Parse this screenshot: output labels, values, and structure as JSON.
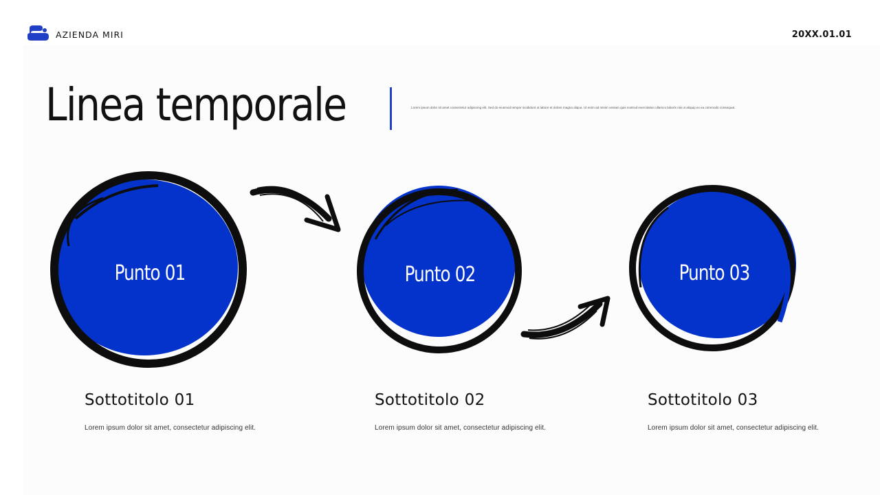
{
  "header": {
    "company": "AZIENDA MIRI",
    "date": "20XX.01.01"
  },
  "title": "Linea temporale",
  "description": "Lorem ipsum dolor sit amet consectetur adipiscing elit. Sed do eiusmod tempor incididunt ut labore et dolore magna aliqua. Ut enim ad minim veniam quis nostrud exercitation ullamco laboris nisi ut aliquip ex ea commodo consequat.",
  "points": [
    {
      "label": "Punto 01",
      "subtitle": "Sottotitolo 01",
      "text": "Lorem ipsum dolor sit amet, consectetur adipiscing elit."
    },
    {
      "label": "Punto 02",
      "subtitle": "Sottotitolo 02",
      "text": "Lorem ipsum dolor sit amet, consectetur adipiscing elit."
    },
    {
      "label": "Punto 03",
      "subtitle": "Sottotitolo 03",
      "text": "Lorem ipsum dolor sit amet, consectetur adipiscing elit."
    }
  ],
  "colors": {
    "accent": "#0433cc",
    "ink": "#0d0d0d"
  },
  "icons": {
    "logo": "brand-logo-icon",
    "arrow": "brush-arrow-icon"
  }
}
